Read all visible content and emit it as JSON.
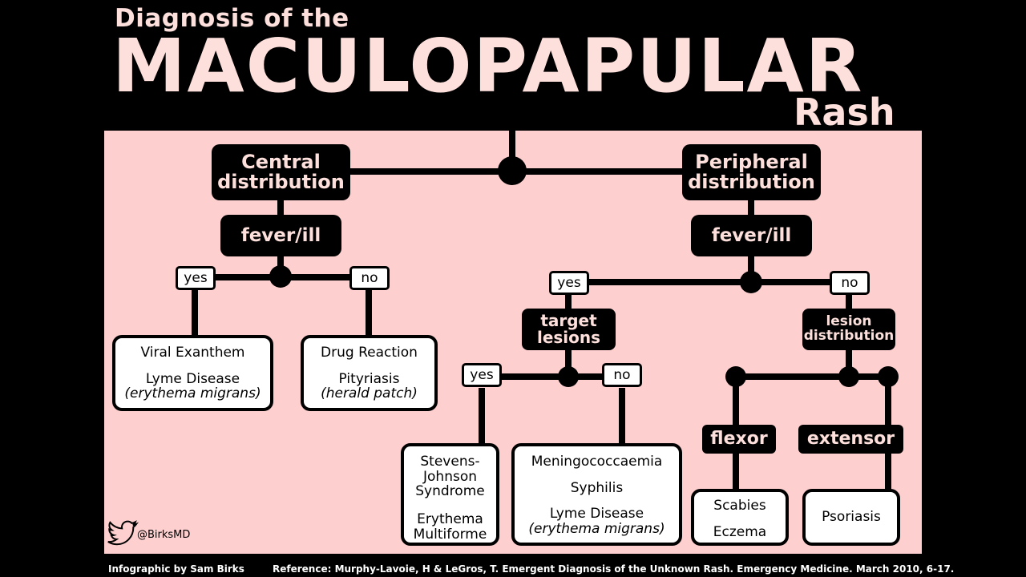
{
  "title": {
    "line1": "Diagnosis of the",
    "line2": "MACULOPAPULAR",
    "line3": "Rash"
  },
  "central": {
    "label_line1": "Central",
    "label_line2": "distribution",
    "fever": "fever/ill",
    "yes": "yes",
    "no": "no",
    "yes_leaf": {
      "line1": "Viral Exanthem",
      "line2": "Lyme Disease",
      "line3": "(erythema migrans)"
    },
    "no_leaf": {
      "line1": "Drug Reaction",
      "line2": "Pityriasis",
      "line3": "(herald patch)"
    }
  },
  "peripheral": {
    "label_line1": "Peripheral",
    "label_line2": "distribution",
    "fever": "fever/ill",
    "yes": "yes",
    "no": "no",
    "target": {
      "line1": "target",
      "line2": "lesions",
      "yes": "yes",
      "no": "no"
    },
    "sjs_leaf": {
      "line1": "Stevens-",
      "line2": "Johnson",
      "line3": "Syndrome",
      "line4": "Erythema",
      "line5": "Multiforme"
    },
    "mening_leaf": {
      "line1": "Meningococcaemia",
      "line2": "Syphilis",
      "line3": "Lyme Disease",
      "line4": "(erythema migrans)"
    },
    "lesion_dist": {
      "line1": "lesion",
      "line2": "distribution"
    },
    "flexor": "flexor",
    "extensor": "extensor",
    "flexor_leaf": {
      "line1": "Scabies",
      "line2": "Eczema"
    },
    "extensor_leaf": {
      "line1": "Psoriasis"
    }
  },
  "footer": {
    "handle": "@BirksMD",
    "credit": "Infographic by Sam Birks",
    "reference": "Reference: Murphy-Lavoie, H & LeGros, T. Emergent Diagnosis of the Unknown Rash. Emergency Medicine. March 2010, 6-17."
  },
  "colors": {
    "background": "#000000",
    "panel": "#fdd0cf",
    "title": "#fde0dc",
    "node": "#000000"
  },
  "icons": [
    "twitter-bird-icon"
  ]
}
